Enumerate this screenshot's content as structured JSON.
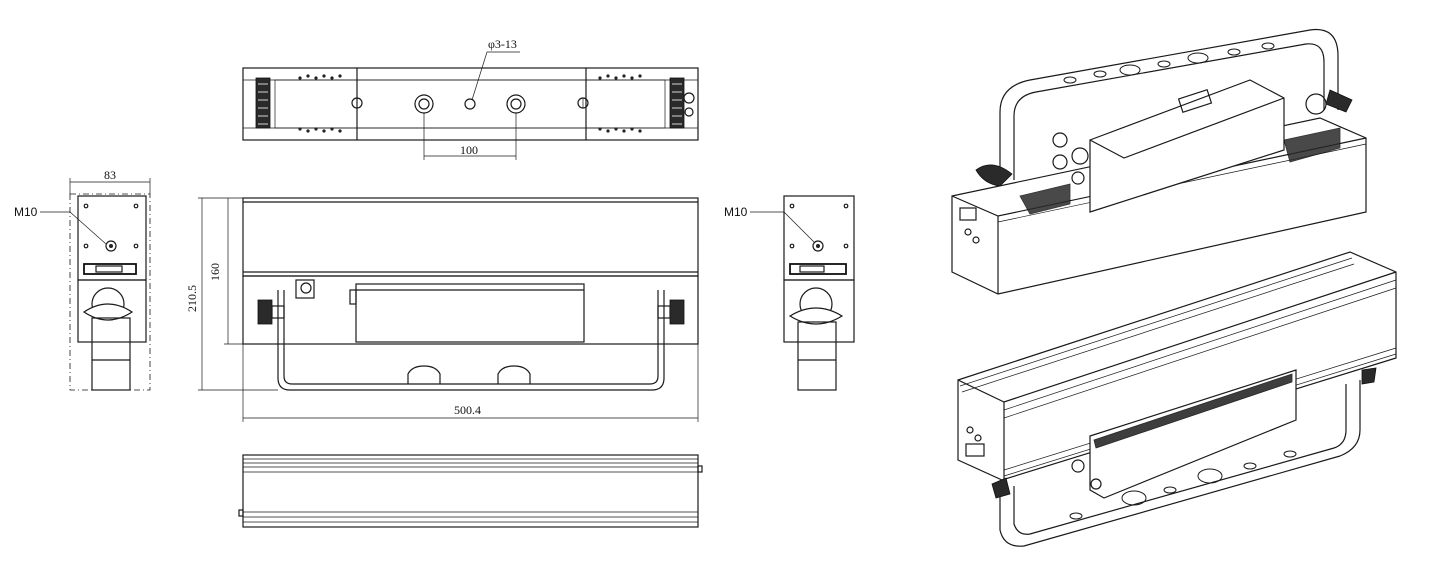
{
  "dimensions": {
    "hole_spec": "φ3-13",
    "hole_spacing": "100",
    "side_width": "83",
    "front_height_total": "210.5",
    "front_height_body": "160",
    "front_width": "500.4"
  },
  "labels": {
    "left_thread": "M10",
    "right_thread": "M10"
  }
}
